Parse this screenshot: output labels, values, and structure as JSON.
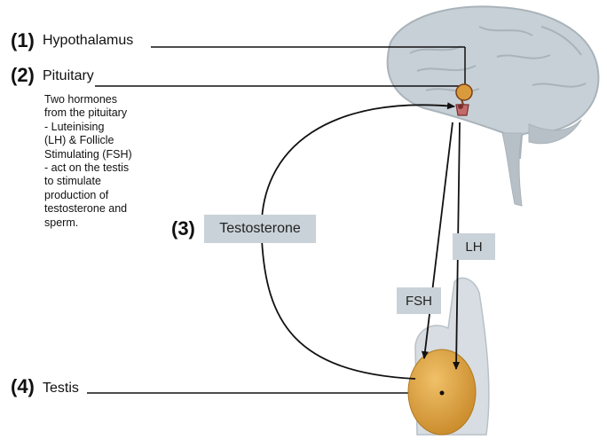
{
  "labels": {
    "hypothalamus": {
      "num": "(1)",
      "text": "Hypothalamus"
    },
    "pituitary": {
      "num": "(2)",
      "text": "Pituitary"
    },
    "testosterone": {
      "num": "(3)",
      "text": "Testosterone"
    },
    "testis": {
      "num": "(4)",
      "text": "Testis"
    }
  },
  "description": "Two hormones\nfrom the pituitary\n- Luteinising\n(LH) & Follicle\nStimulating (FSH)\n- act on the testis\nto stimulate\nproduction of\ntestosterone and\nsperm.",
  "hormone_tags": {
    "fsh": "FSH",
    "lh": "LH"
  },
  "colors": {
    "brain": "#c7d0d6",
    "brain_outline": "#a9b3ba",
    "gland": "#d99a3c",
    "testis": "#d9a045",
    "tag_bg": "#c9d2d8",
    "arrow": "#111111"
  }
}
